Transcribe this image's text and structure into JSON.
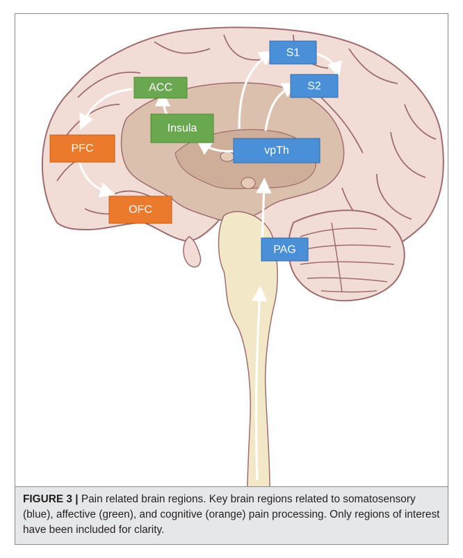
{
  "figure": {
    "regions": {
      "s1": {
        "label": "S1",
        "color": "#4a90d9",
        "group": "somatosensory"
      },
      "s2": {
        "label": "S2",
        "color": "#4a90d9",
        "group": "somatosensory"
      },
      "vpth": {
        "label": "vpTh",
        "color": "#4a90d9",
        "group": "somatosensory"
      },
      "pag": {
        "label": "PAG",
        "color": "#4a90d9",
        "group": "somatosensory"
      },
      "acc": {
        "label": "ACC",
        "color": "#6aa84f",
        "group": "affective"
      },
      "insula": {
        "label": "Insula",
        "color": "#6aa84f",
        "group": "affective"
      },
      "pfc": {
        "label": "PFC",
        "color": "#ec7a2c",
        "group": "cognitive"
      },
      "ofc": {
        "label": "OFC",
        "color": "#ec7a2c",
        "group": "cognitive"
      }
    },
    "colors": {
      "cortex": "#f1dcd6",
      "cortex_outline": "#9e6b6e",
      "inner": "#dcc0ae",
      "brainstem": "#f2e8c8",
      "arrow": "#ffffff"
    }
  },
  "caption": {
    "label": "FIGURE 3 |",
    "text": " Pain related brain regions. Key brain regions related to somatosensory (blue), affective (green), and cognitive (orange) pain processing. Only regions of interest have been included for clarity."
  }
}
